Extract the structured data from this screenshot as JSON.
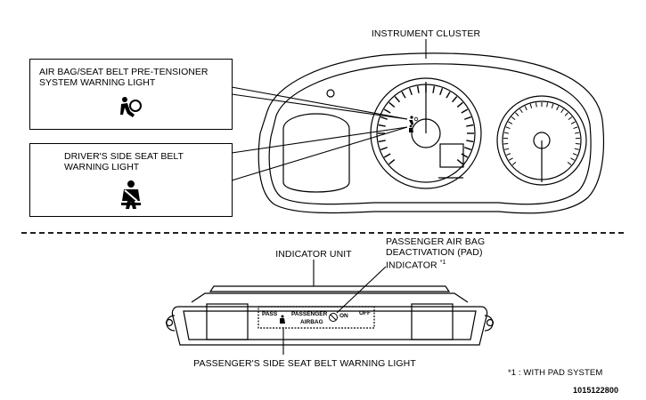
{
  "labels": {
    "instrument_cluster": "INSTRUMENT CLUSTER",
    "airbag_light_line1": "AIR BAG/SEAT BELT PRE-TENSIONER",
    "airbag_light_line2": "SYSTEM WARNING LIGHT",
    "driver_seatbelt_line1": "DRIVER'S SIDE SEAT BELT",
    "driver_seatbelt_line2": "WARNING LIGHT",
    "indicator_unit": "INDICATOR UNIT",
    "pad_line1": "PASSENGER AIR BAG",
    "pad_line2": "DEACTIVATION (PAD)",
    "pad_line3": "INDICATOR",
    "pad_footnote_mark": "*1",
    "passenger_seatbelt": "PASSENGER'S SIDE SEAT BELT WARNING LIGHT",
    "footnote": "*1 :  WITH PAD SYSTEM",
    "figure_id": "1015122800"
  },
  "indicator_panel": {
    "pass": "PASS",
    "passenger": "PASSENGER",
    "airbag": "AIRBAG",
    "on": "ON",
    "off": "OFF"
  },
  "icons": [
    "airbag-warning-icon",
    "seatbelt-icon",
    "pad-off-icon"
  ]
}
